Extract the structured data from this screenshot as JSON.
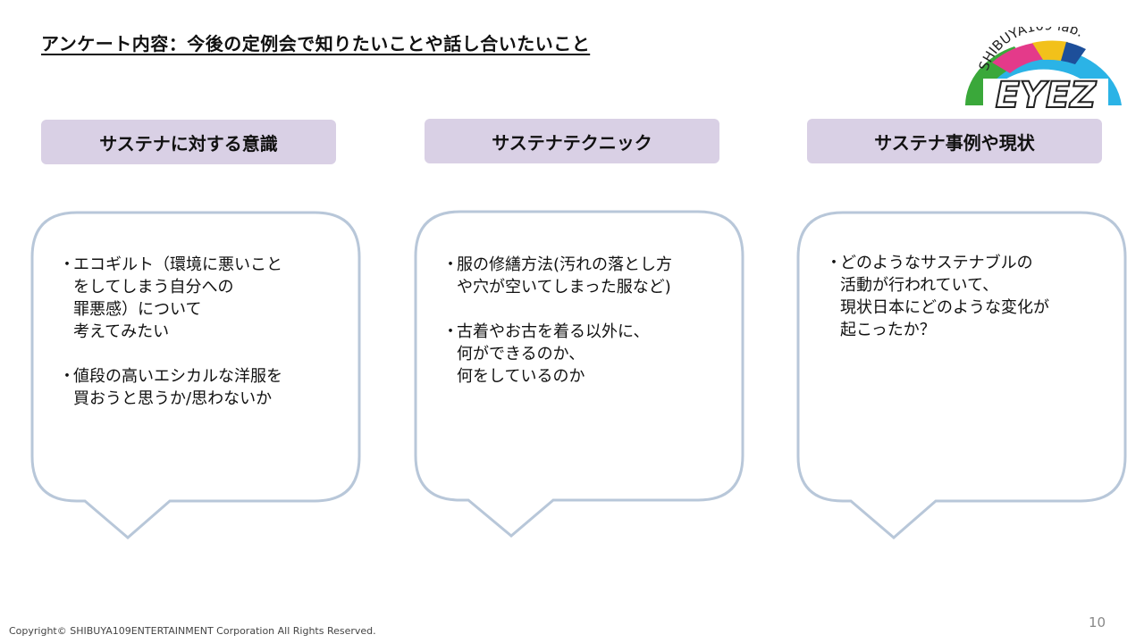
{
  "title": "アンケート内容：今後の定例会で知りたいことや話し合いたいこと",
  "logo": {
    "top_text": "SHIBUYA109 lab.",
    "main_text": "EYEZ"
  },
  "columns": [
    {
      "heading": "サステナに対する意識",
      "items": [
        {
          "lines": [
            "エコギルト（環境に悪いこと",
            "をしてしまう自分への",
            "罪悪感）について",
            "考えてみたい"
          ]
        },
        {
          "lines": [
            "値段の高いエシカルな洋服を",
            "買おうと思うか/思わないか"
          ]
        }
      ]
    },
    {
      "heading": "サステナテクニック",
      "items": [
        {
          "lines": [
            "服の修繕方法(汚れの落とし方",
            "や穴が空いてしまった服など)"
          ]
        },
        {
          "lines": [
            "古着やお古を着る以外に、",
            "何ができるのか、",
            "何をしているのか"
          ]
        }
      ]
    },
    {
      "heading": "サステナ事例や現状",
      "items": [
        {
          "lines": [
            "どのようなサステナブルの",
            "活動が行われていて、",
            "現状日本にどのような変化が",
            "起こったか？"
          ]
        }
      ]
    }
  ],
  "bullet": "・",
  "footer": "Copyright© SHIBUYA109ENTERTAINMENT Corporation All Rights Reserved.",
  "page_number": "10",
  "colors": {
    "pill": "#d9d0e5",
    "bubble_stroke": "#b8c7d9"
  }
}
